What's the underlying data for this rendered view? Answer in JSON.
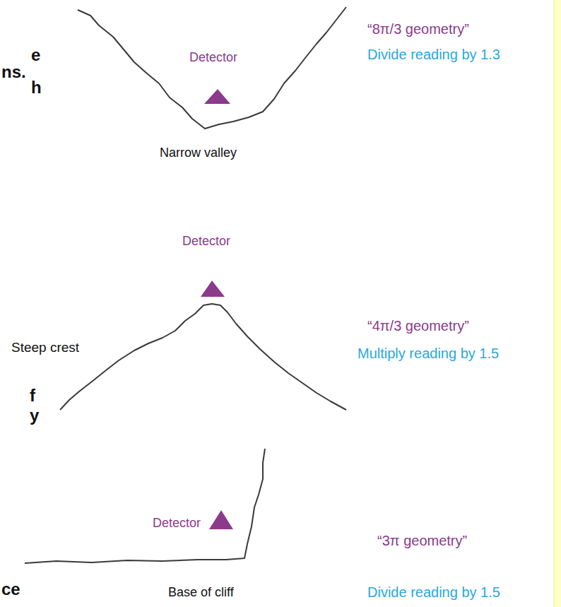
{
  "diagram": {
    "labels": [
      "e",
      "ns.",
      "h",
      "“8π/3 geometry”",
      "Detector",
      "Divide reading by 1.3",
      "Narrow valley",
      "Detector",
      "“4π/3 geometry”",
      "Steep crest",
      "Multiply reading by 1.5",
      "f",
      "y",
      "Detector",
      "“3π geometry”",
      "Divide reading by 1.5",
      "ce",
      "Base of cliff"
    ]
  }
}
